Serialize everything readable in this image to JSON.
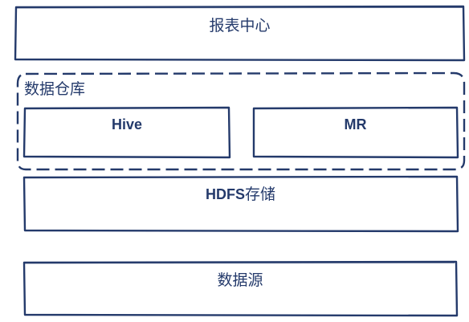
{
  "diagram": {
    "layers": {
      "report_center": "报表中心",
      "data_warehouse": {
        "title": "数据仓库",
        "components": {
          "hive": "Hive",
          "mr": "MR"
        }
      },
      "hdfs_storage": {
        "bold_part": "HDFS",
        "rest": "存储"
      },
      "data_source": "数据源"
    },
    "colors": {
      "stroke": "#243a6b",
      "text": "#243a6b",
      "background": "#ffffff"
    }
  }
}
